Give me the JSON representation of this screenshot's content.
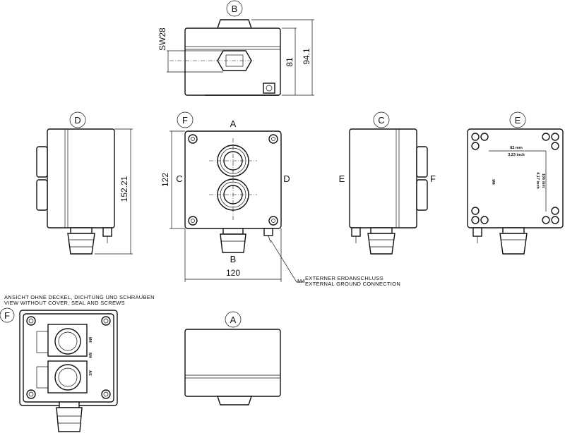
{
  "views": {
    "B": "B",
    "D": "D",
    "F": "F",
    "A": "A",
    "C": "C",
    "E": "E"
  },
  "center_labels": {
    "top": "A",
    "left": "C",
    "right": "D",
    "bottom": "B"
  },
  "right_view_labels": {
    "left": "E",
    "right": "F"
  },
  "dimensions": {
    "sw": "SW28",
    "h81": "81",
    "h94": "94.1",
    "h152": "152.21",
    "h122": "122",
    "w120": "120",
    "m4": "M4"
  },
  "ground_note": {
    "de": "EXTERNER ERDANSCHLUSS",
    "en": "EXTERNAL GROUND CONNECTION"
  },
  "inner_view_note": {
    "de": "ANSICHT OHNE DECKEL, DICHTUNG UND SCHRAUBEN",
    "en": "VIEW WITHOUT COVER, SEAL AND SCREWS"
  },
  "back_view": {
    "w_mm": "82 mm",
    "w_in": "3,23 inch",
    "h_mm": "106 mm",
    "h_in": "4,17 inch",
    "mark": "M4"
  },
  "inner_marks": [
    "M4",
    "AS",
    "M4"
  ]
}
